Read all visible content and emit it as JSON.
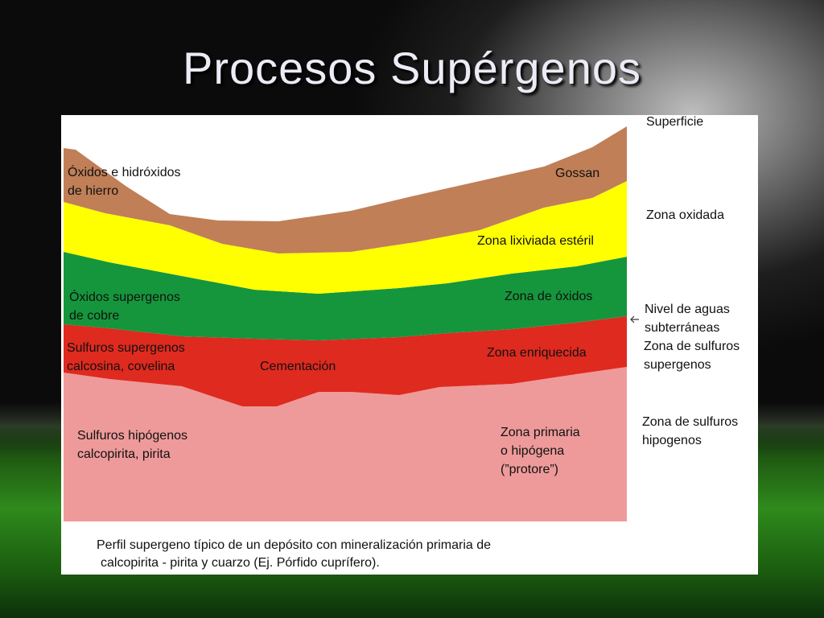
{
  "title": "Procesos Supérgenos",
  "colors": {
    "gossan": "#c07f57",
    "leached": "#ffff00",
    "oxides": "#15963c",
    "enriched": "#df2a1f",
    "primary": "#ee9a9a"
  },
  "labels": {
    "oxidos_hierro_1": "Óxidos e hidróxidos",
    "oxidos_hierro_2": "de hierro",
    "gossan": "Gossan",
    "superficie": "Superficie",
    "zona_oxidada": "Zona oxidada",
    "zona_lixiviada": "Zona lixiviada estéril",
    "oxidos_cobre_1": "Óxidos supergenos",
    "oxidos_cobre_2": "de cobre",
    "zona_oxidos": "Zona de óxidos",
    "nivel_aguas_1": "Nivel de aguas",
    "nivel_aguas_2": "subterráneas",
    "sulfuros_sup_1": "Sulfuros supergenos",
    "sulfuros_sup_2": "calcosina, covelina",
    "cementacion": "Cementación",
    "zona_enriquecida": "Zona enriquecida",
    "zona_sulf_sup_1": "Zona de sulfuros",
    "zona_sulf_sup_2": "supergenos",
    "sulfuros_hip_1": "Sulfuros hipógenos",
    "sulfuros_hip_2": "calcopirita, pirita",
    "zona_primaria_1": "Zona primaria",
    "zona_primaria_2": "o hipógena",
    "zona_primaria_3": "(”protore”)",
    "zona_sulf_hip_1": "Zona de sulfuros",
    "zona_sulf_hip_2": "hipogenos"
  },
  "caption": {
    "line1": "Perfil supergeno típico de un depósito con mineralización primaria de",
    "line2": "calcopirita - pirita y cuarzo (Ej. Pórfido cuprífero)."
  }
}
